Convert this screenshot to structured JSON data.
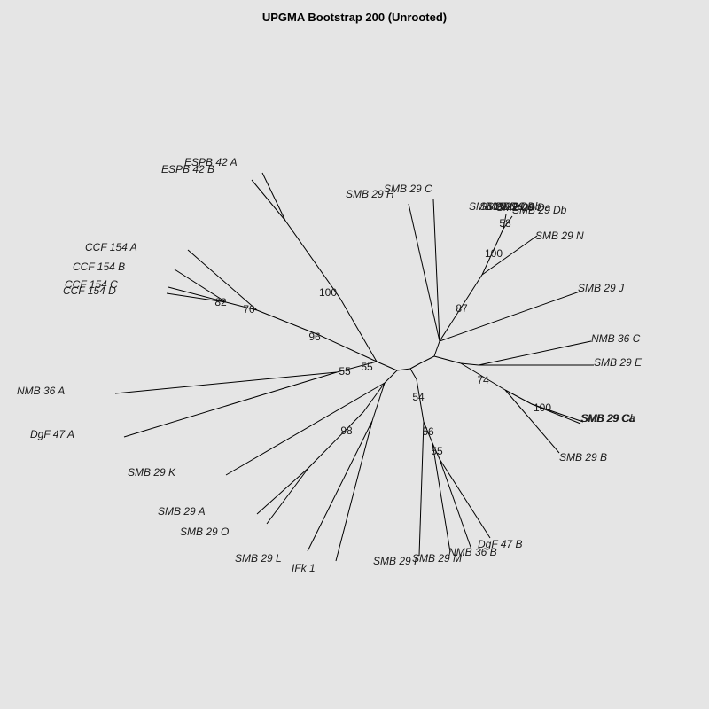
{
  "title": "UPGMA Bootstrap 200 (Unrooted)",
  "tips": [
    "ESPB 42 A",
    "ESPB 42 B",
    "SMB 29 H",
    "SMB 29 C",
    "SMB 29 Da",
    "SMB 29 Db",
    "SMB 29 N",
    "CCF 154 A",
    "CCF 154 B",
    "CCF 154 C",
    "CCF 154 D",
    "SMB 29 J",
    "NMB 36 C",
    "SMB 29 E",
    "NMB 36 A",
    "DgF 47 A",
    "SMB 29 Ca",
    "SMB 29 Cb",
    "SMB 29 B",
    "SMB 29 K",
    "SMB 29 A",
    "SMB 29 O",
    "SMB 29 L",
    "IFk 1",
    "SMB 29 I",
    "SMB 29 M",
    "NMB 36 B",
    "DgF 47 B"
  ],
  "bootstrap": [
    "100",
    "96",
    "82",
    "70",
    "55",
    "55",
    "87",
    "100",
    "58",
    "74",
    "100",
    "98",
    "54",
    "56",
    "55"
  ]
}
